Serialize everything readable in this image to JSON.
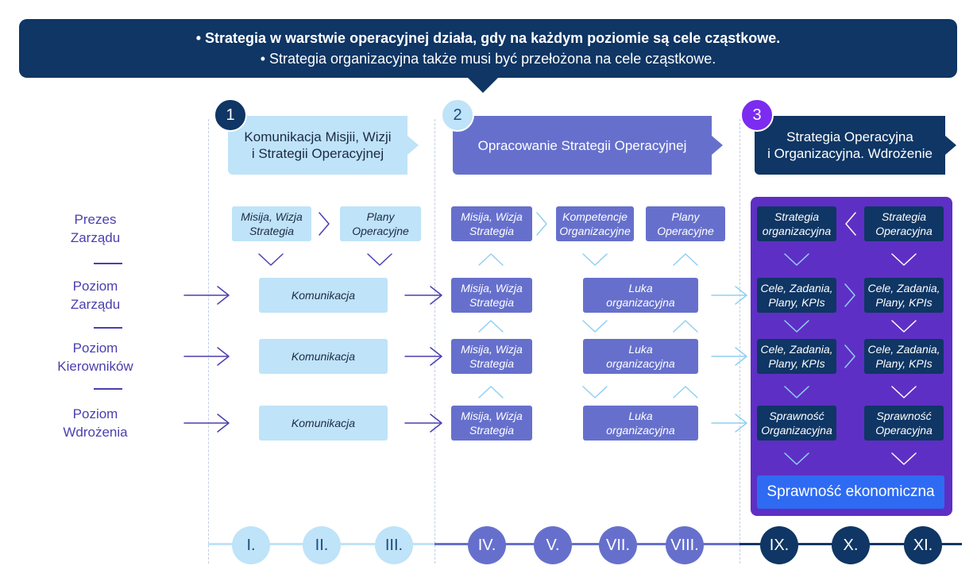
{
  "banner": {
    "line1": "• Strategia w warstwie operacyjnej działa, gdy na każdym poziomie są cele cząstkowe.",
    "line2": "• Strategia organizacyjna także musi być przełożona na cele cząstkowe."
  },
  "stages": [
    {
      "number": "1",
      "title_line1": "Komunikacja Misjii, Wizji",
      "title_line2": "i Strategii Operacyjnej"
    },
    {
      "number": "2",
      "title_line1": "Opracowanie Strategii Operacyjnej",
      "title_line2": ""
    },
    {
      "number": "3",
      "title_line1": "Strategia Operacyjna",
      "title_line2": "i Organizacyjna. Wdrożenie"
    }
  ],
  "levels": [
    {
      "line1": "Prezes",
      "line2": "Zarządu"
    },
    {
      "line1": "Poziom",
      "line2": "Zarządu"
    },
    {
      "line1": "Poziom",
      "line2": "Kierowników"
    },
    {
      "line1": "Poziom",
      "line2": "Wdrożenia"
    }
  ],
  "stage1": {
    "top": [
      {
        "line1": "Misija, Wizja",
        "line2": "Strategia"
      },
      {
        "line1": "Plany",
        "line2": "Operacyjne"
      }
    ],
    "rows": [
      "Komunikacja",
      "Komunikacja",
      "Komunikacja"
    ]
  },
  "stage2": {
    "top": [
      {
        "line1": "Misija, Wizja",
        "line2": "Strategia"
      },
      {
        "line1": "Kompetencje",
        "line2": "Organizacyjne"
      },
      {
        "line1": "Plany",
        "line2": "Operacyjne"
      }
    ],
    "rows": [
      {
        "left_line1": "Misija, Wizja",
        "left_line2": "Strategia",
        "right_line1": "Luka",
        "right_line2": "organizacyjna"
      },
      {
        "left_line1": "Misija, Wizja",
        "left_line2": "Strategia",
        "right_line1": "Luka",
        "right_line2": "organizacyjna"
      },
      {
        "left_line1": "Misija, Wizja",
        "left_line2": "Strategia",
        "right_line1": "Luka",
        "right_line2": "organizacyjna"
      }
    ]
  },
  "stage3": {
    "top": [
      {
        "line1": "Strategia",
        "line2": "organizacyjna"
      },
      {
        "line1": "Strategia",
        "line2": "Operacyjna"
      }
    ],
    "rows": [
      {
        "left_line1": "Cele, Zadania,",
        "left_line2": "Plany, KPIs",
        "right_line1": "Cele, Zadania,",
        "right_line2": "Plany, KPIs"
      },
      {
        "left_line1": "Cele, Zadania,",
        "left_line2": "Plany, KPIs",
        "right_line1": "Cele, Zadania,",
        "right_line2": "Plany, KPIs"
      },
      {
        "left_line1": "Sprawność",
        "left_line2": "Organizacyjna",
        "right_line1": "Sprawność",
        "right_line2": "Operacyjna"
      }
    ],
    "economic": "Sprawność ekonomiczna"
  },
  "timeline": [
    "I.",
    "II.",
    "III.",
    "IV.",
    "V.",
    "VII.",
    "VIII.",
    "IX.",
    "X.",
    "XI."
  ],
  "colors": {
    "dark_navy": "#0f3664",
    "light_blue": "#bfe3f8",
    "medium_blue": "#6670cc",
    "purple": "#5e2fc4",
    "bright_purple": "#7b2cf0",
    "economic_blue": "#2e6bf2",
    "level_text": "#4a3fae"
  }
}
